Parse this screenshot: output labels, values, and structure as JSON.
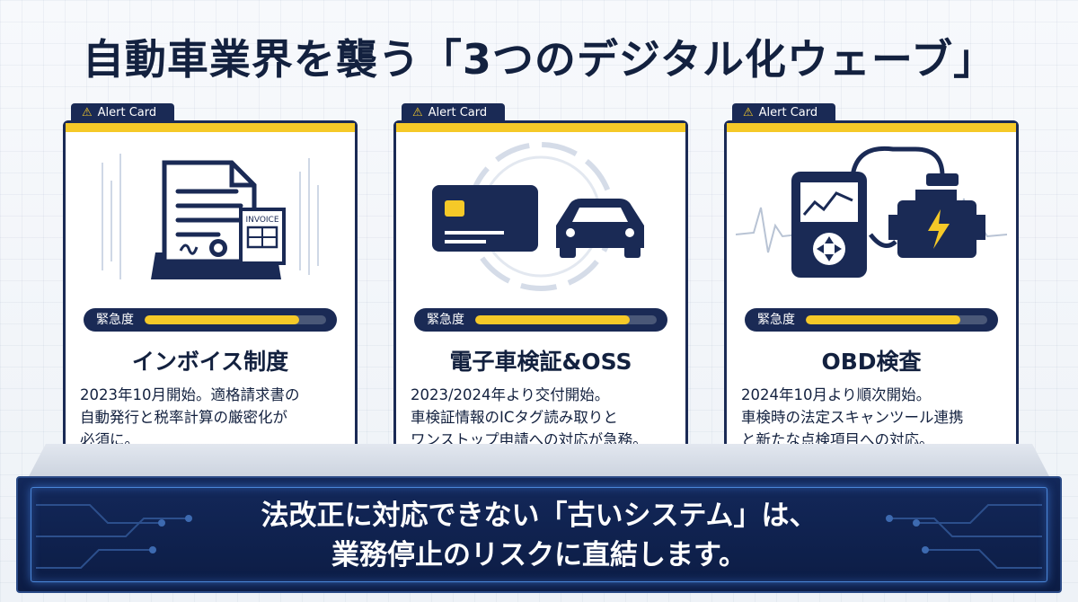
{
  "title": "自動車業界を襲う「3つのデジタル化ウェーブ」",
  "cards": [
    {
      "tab_label": "Alert Card",
      "meter_label": "緊急度",
      "urgency_percent": 85,
      "title": "インボイス制度",
      "desc": [
        "2023年10月開始。適格請求書の",
        "自動発行と税率計算の厳密化が",
        "必須に。"
      ],
      "illus_label": "INVOICE"
    },
    {
      "tab_label": "Alert Card",
      "meter_label": "緊急度",
      "urgency_percent": 85,
      "title": "電子車検証&OSS",
      "desc": [
        "2023/2024年より交付開始。",
        "車検証情報のICタグ読み取りと",
        "ワンストップ申請への対応が急務。"
      ]
    },
    {
      "tab_label": "Alert Card",
      "meter_label": "緊急度",
      "urgency_percent": 85,
      "title": "OBD検査",
      "desc": [
        "2024年10月より順次開始。",
        "車検時の法定スキャンツール連携",
        "と新たな点検項目への対応。"
      ]
    }
  ],
  "banner": {
    "line1": "法改正に対応できない「古いシステム」は、",
    "line2": "業務停止のリスクに直結します。"
  },
  "colors": {
    "navy": "#1a2a55",
    "accent_yellow": "#f5c928",
    "banner_bg": "#0c1c44"
  },
  "icons": [
    "warning-icon",
    "invoice-document-icon",
    "ic-card-icon",
    "car-icon",
    "obd-scanner-icon",
    "engine-icon"
  ]
}
